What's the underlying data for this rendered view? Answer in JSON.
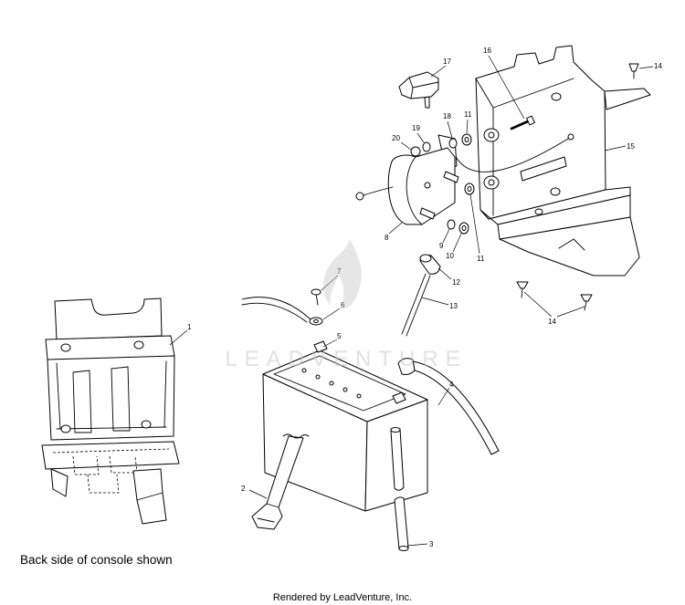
{
  "callouts": [
    {
      "label": "17"
    },
    {
      "label": "16"
    },
    {
      "label": "14"
    },
    {
      "label": "18"
    },
    {
      "label": "11"
    },
    {
      "label": "19"
    },
    {
      "label": "20"
    },
    {
      "label": "15"
    },
    {
      "label": "8"
    },
    {
      "label": "9"
    },
    {
      "label": "10"
    },
    {
      "label": "11"
    },
    {
      "label": "12"
    },
    {
      "label": "7"
    },
    {
      "label": "6"
    },
    {
      "label": "13"
    },
    {
      "label": "14"
    },
    {
      "label": "1"
    },
    {
      "label": "5"
    },
    {
      "label": "4"
    },
    {
      "label": "2"
    },
    {
      "label": "3"
    }
  ],
  "caption": "Back side of console shown",
  "watermark": "LEADVENTURE",
  "footer": "Rendered by LeadVenture, Inc.",
  "colors": {
    "line": "#000000",
    "background": "#ffffff",
    "watermark": "#c8c8c8"
  }
}
